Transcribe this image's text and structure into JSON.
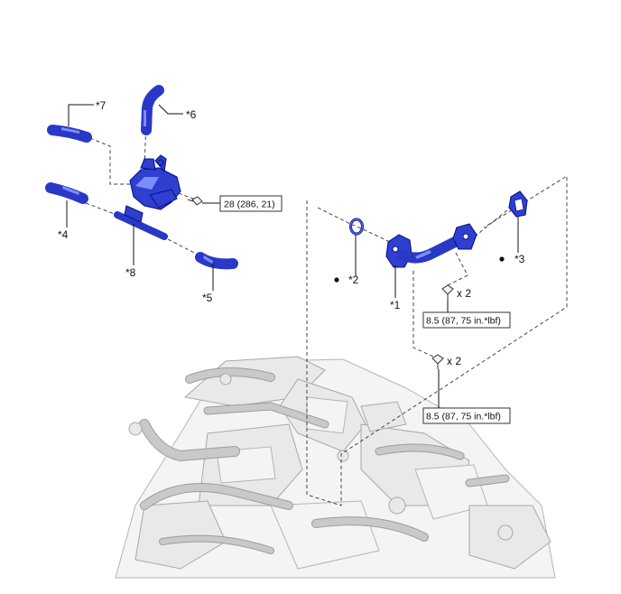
{
  "callouts": {
    "c1": "*1",
    "c2": "*2",
    "c3": "*3",
    "c4": "*4",
    "c5": "*5",
    "c6": "*6",
    "c7": "*7",
    "c8": "*8"
  },
  "torque": {
    "t28": "28 (286, 21)",
    "t85a": "8.5 (87, 75 in.*lbf)",
    "t85b": "8.5 (87, 75 in.*lbf)"
  },
  "quantity": {
    "qa": "x 2",
    "qb": "x 2"
  },
  "icons": [
    "non-reusable-part-dot-icon",
    "bolt-icon"
  ],
  "colors": {
    "part": "#2f3fd0",
    "engine": "#e9e9e9"
  }
}
